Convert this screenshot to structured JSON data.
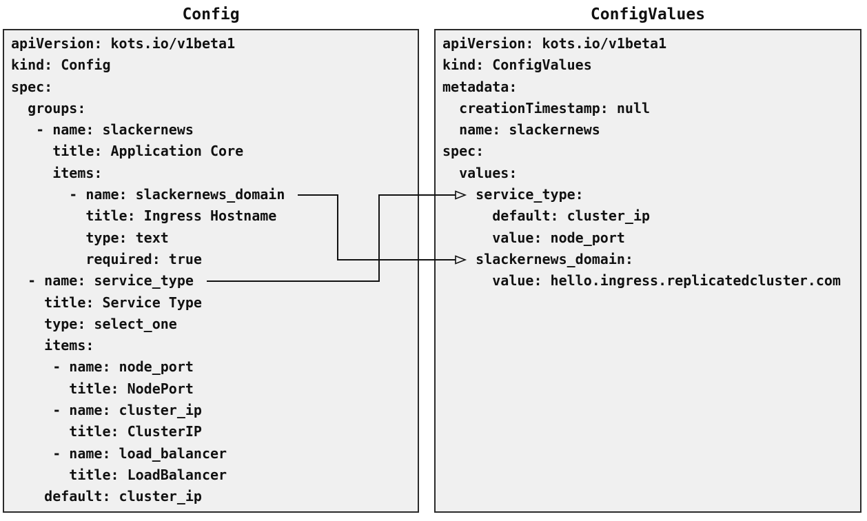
{
  "colors": {
    "page_bg": "#ffffff",
    "panel_bg": "#f0f0f0",
    "panel_border": "#2a2a2a",
    "text": "#111111",
    "connector": "#111111"
  },
  "panels": [
    {
      "title": "Config",
      "lines": [
        "apiVersion: kots.io/v1beta1",
        "kind: Config",
        "spec:",
        "  groups:",
        "   - name: slackernews",
        "     title: Application Core",
        "     items:",
        "       - name: slackernews_domain",
        "         title: Ingress Hostname",
        "         type: text",
        "         required: true",
        "  - name: service_type",
        "    title: Service Type",
        "    type: select_one",
        "    items:",
        "     - name: node_port",
        "       title: NodePort",
        "     - name: cluster_ip",
        "       title: ClusterIP",
        "     - name: load_balancer",
        "       title: LoadBalancer",
        "    default: cluster_ip"
      ]
    },
    {
      "title": "ConfigValues",
      "lines": [
        "apiVersion: kots.io/v1beta1",
        "kind: ConfigValues",
        "metadata:",
        "  creationTimestamp: null",
        "  name: slackernews",
        "spec:",
        "  values:",
        "    service_type:",
        "      default: cluster_ip",
        "      value: node_port",
        "    slackernews_domain:",
        "      value: hello.ingress.replicatedcluster.com"
      ]
    }
  ],
  "connectors": [
    {
      "from": "slackernews_domain",
      "to": "slackernews_domain"
    },
    {
      "from": "service_type",
      "to": "service_type"
    }
  ]
}
